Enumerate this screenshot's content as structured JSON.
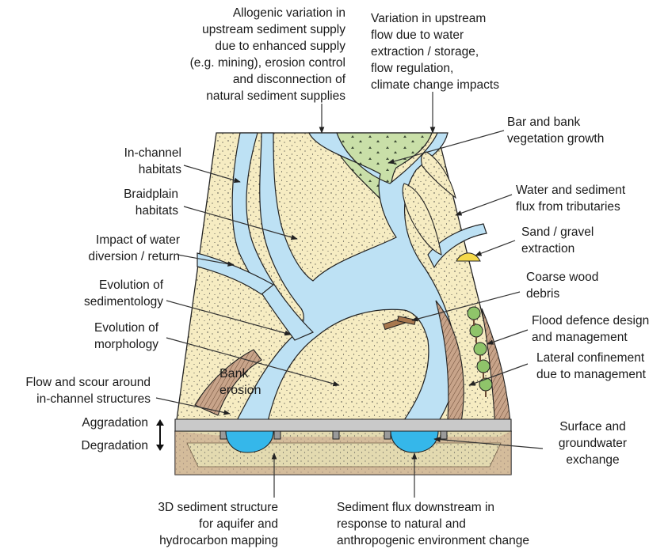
{
  "diagram": {
    "colors": {
      "sand": "#f6ecc2",
      "water": "#bde1f4",
      "water_deep": "#35b7ea",
      "vegetation": "#c9dfa8",
      "soil": "#c8a48a",
      "bridge": "#c9c9c9",
      "line": "#222222"
    },
    "labels": {
      "allogenic": "Allogenic variation in\nupstream sediment supply\ndue to enhanced supply\n(e.g. mining), erosion control\nand disconnection of\nnatural sediment supplies",
      "upstream_flow": "Variation in upstream\nflow due to water\nextraction / storage,\nflow regulation,\nclimate change impacts",
      "bar_bank_veg": "Bar and bank\nvegetation growth",
      "water_sediment_flux": "Water and sediment\nflux from tributaries",
      "sand_gravel": "Sand / gravel\nextraction",
      "coarse_wood": "Coarse wood\ndebris",
      "flood_defence": "Flood defence design\nand management",
      "lateral_confinement": "Lateral confinement\ndue to management",
      "surface_groundwater": "Surface and\ngroundwater\nexchange",
      "in_channel_habitats": "In-channel\nhabitats",
      "braidplain_habitats": "Braidplain\nhabitats",
      "water_diversion": "Impact of water\ndiversion / return",
      "evolution_sedimentology": "Evolution of\nsedimentology",
      "evolution_morphology": "Evolution of\nmorphology",
      "flow_scour": "Flow and scour around\nin-channel structures",
      "aggradation": "Aggradation",
      "degradation": "Degradation",
      "bank_erosion": "Bank\nerosion",
      "sediment_structure": "3D sediment structure\nfor aquifer and\nhydrocarbon mapping",
      "sediment_flux_downstream": "Sediment flux downstream in\nresponse to natural and\nanthropogenic environment change"
    }
  }
}
